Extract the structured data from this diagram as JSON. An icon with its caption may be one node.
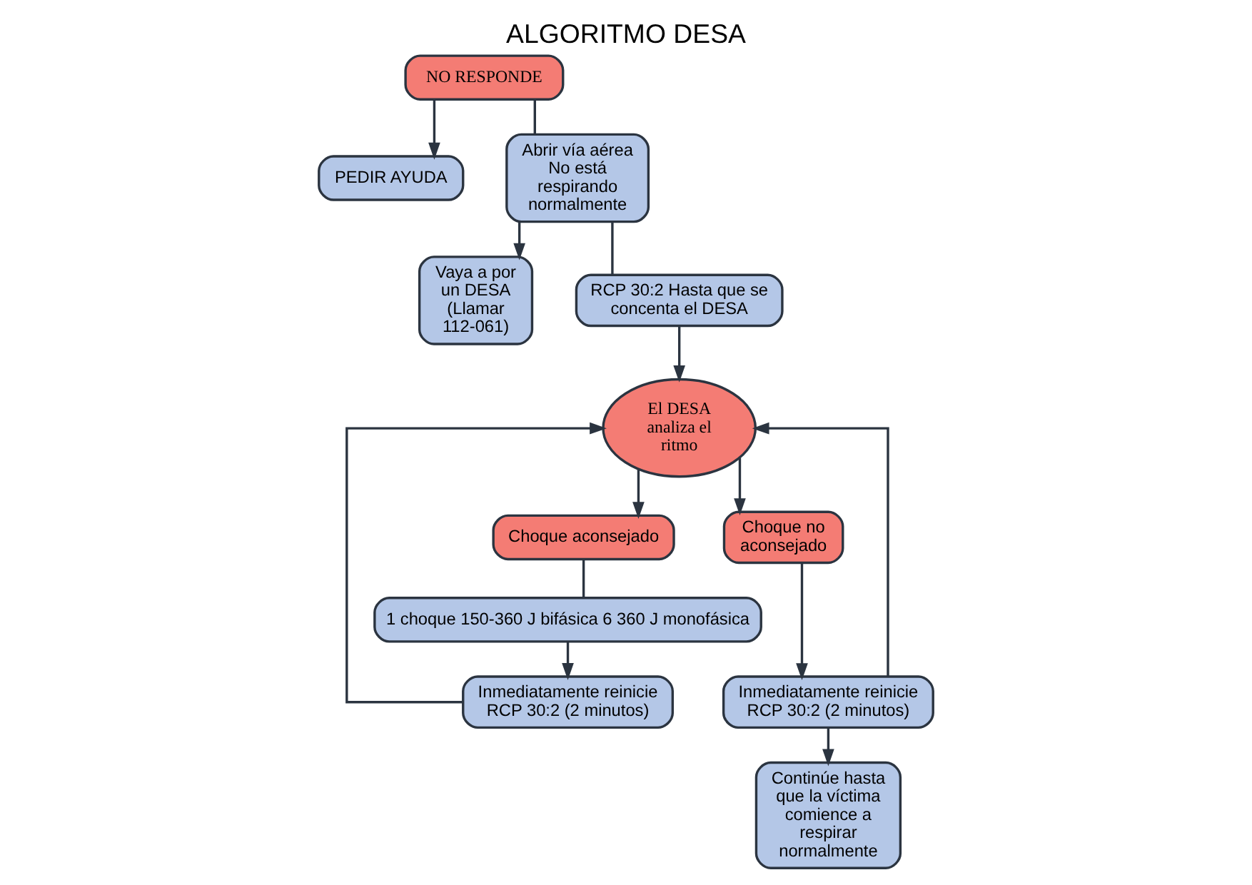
{
  "diagram": {
    "title": "ALGORITMO DESA",
    "nodes": [
      {
        "text": [
          "NO RESPONDE"
        ]
      },
      {
        "text": [
          "PEDIR AYUDA"
        ]
      },
      {
        "text": [
          "Abrir vía aérea No está respirando normalmente"
        ]
      },
      {
        "text": [
          "Vaya a por un DESA (Llamar 112-061)"
        ]
      },
      {
        "text": [
          "RCP 30:2 Hasta que se concenta el DESA"
        ]
      },
      {
        "text": [
          "El DESA analiza el ritmo"
        ]
      },
      {
        "text": [
          "Choque aconsejado"
        ]
      },
      {
        "text": [
          "Choque no aconsejado"
        ]
      },
      {
        "text": [
          "1 choque 150-360 J bifásica 6 360 J monofásica"
        ]
      },
      {
        "text": [
          "Inmediatamente reinicie RCP 30:2 (2 minutos)"
        ]
      },
      {
        "text": [
          "Inmediatamente reinicie RCP 30:2 (2 minutos)"
        ]
      },
      {
        "text": [
          "Continúe hasta que la víctima comience a respirar normalmente"
        ]
      }
    ],
    "edges": [
      {
        "from": 0,
        "to": 2,
        "arrow": "none"
      },
      {
        "from": 0,
        "to": 1,
        "arrow": "to"
      },
      {
        "from": 2,
        "to": 4,
        "arrow": "none"
      },
      {
        "from": 2,
        "to": 3,
        "arrow": "to"
      },
      {
        "from": 4,
        "to": 5,
        "arrow": "to"
      },
      {
        "from": 5,
        "to": 6,
        "arrow": "to"
      },
      {
        "from": 5,
        "to": 7,
        "arrow": "to"
      },
      {
        "from": 6,
        "to": 8,
        "arrow": "none"
      },
      {
        "from": 8,
        "to": 9,
        "arrow": "to"
      },
      {
        "from": 9,
        "to": 5,
        "arrow": "to"
      },
      {
        "from": 7,
        "to": 10,
        "arrow": "to"
      },
      {
        "from": 10,
        "to": 5,
        "arrow": "to"
      },
      {
        "from": 10,
        "to": 11,
        "arrow": "to"
      }
    ]
  }
}
